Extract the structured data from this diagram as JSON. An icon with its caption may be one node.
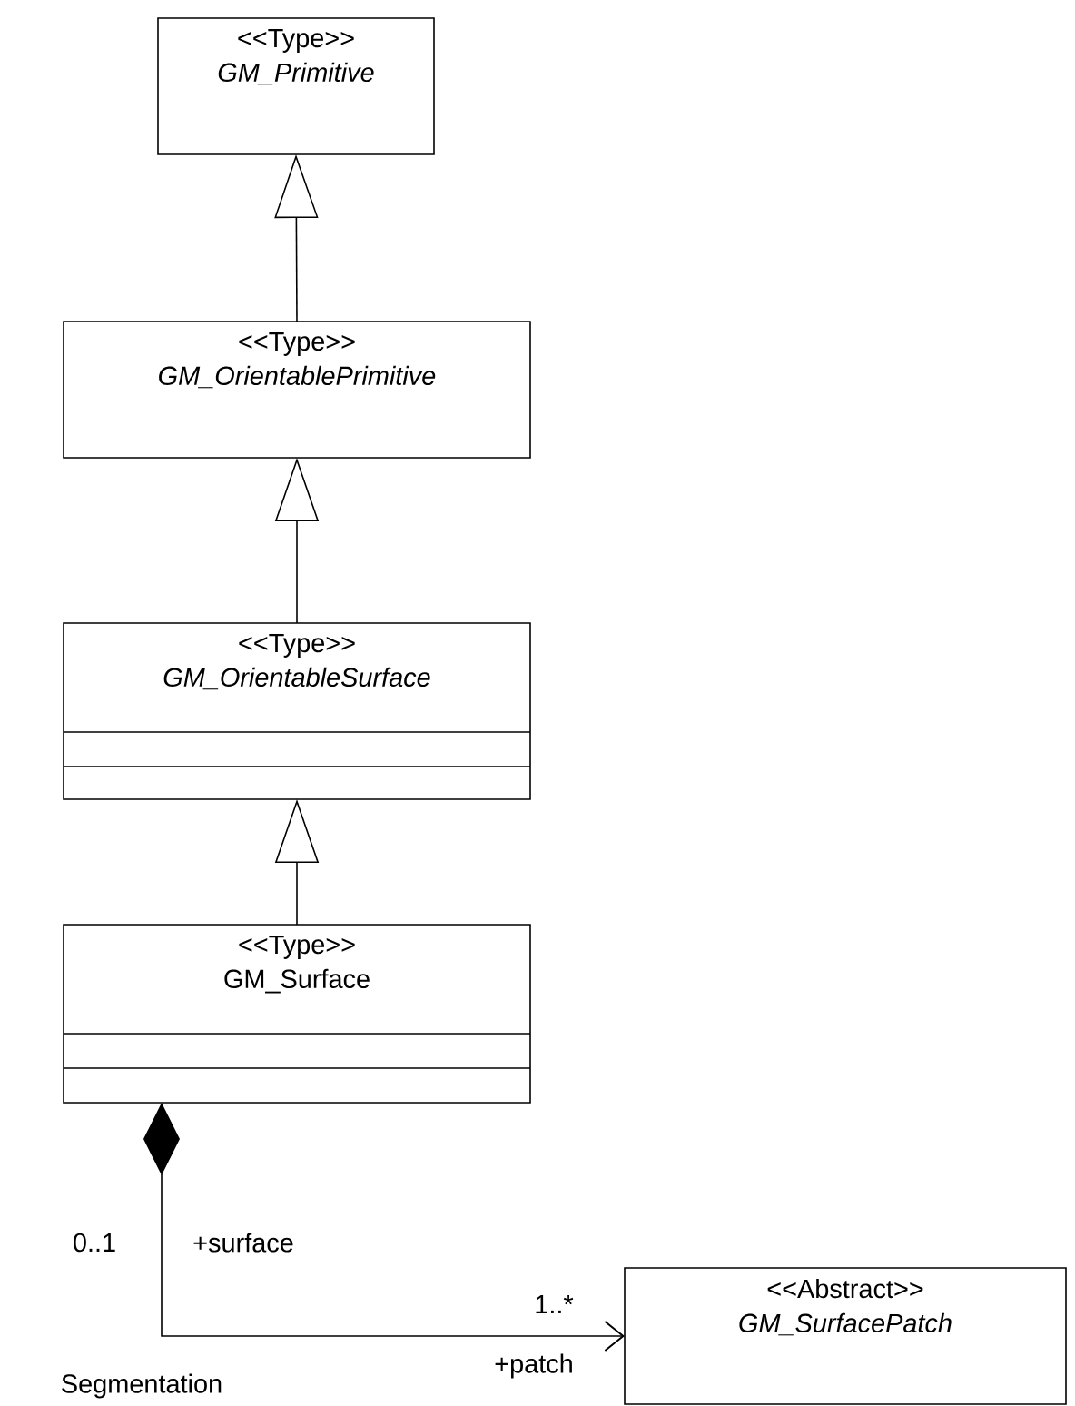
{
  "diagram": {
    "nodes": [
      {
        "text": [
          "<<Type>>",
          "GM_Primitive"
        ]
      },
      {
        "text": [
          "<<Type>>",
          "GM_OrientablePrimitive"
        ]
      },
      {
        "text": [
          "<<Type>>",
          "GM_OrientableSurface"
        ]
      },
      {
        "text": [
          "<<Type>>",
          "GM_Surface"
        ]
      },
      {
        "text": [
          "<<Abstract>>",
          "GM_SurfacePatch"
        ]
      }
    ],
    "edges": [
      {
        "from": 1,
        "to": 0,
        "arrow": "to"
      },
      {
        "from": 2,
        "to": 1,
        "arrow": "to"
      },
      {
        "from": 3,
        "to": 2,
        "arrow": "to"
      },
      {
        "from": 3,
        "to": 4,
        "arrow": "to",
        "label": "Segmentation"
      }
    ],
    "labels": [
      "0..1",
      "+surface",
      "1..*",
      "+patch"
    ]
  }
}
